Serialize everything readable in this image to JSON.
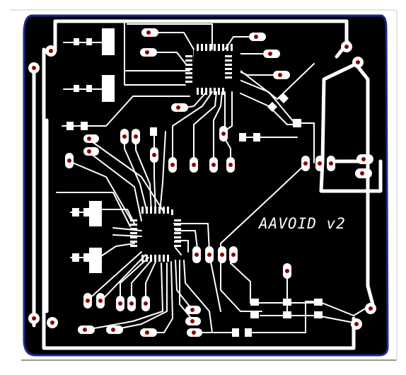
{
  "board": {
    "label": "AAVOID v2",
    "colors": {
      "substrate": "#000000",
      "edge": "#1b2a8a",
      "copper": "#ffffff",
      "drill": "#8b0000",
      "frame": "#9a9a9a"
    },
    "parts": {
      "ic_top": "tqfp-chip",
      "ic_bottom": "tqfp-chip",
      "regulators": "sot223",
      "passives": "smd-pads",
      "through_holes": "tht-pads"
    }
  }
}
